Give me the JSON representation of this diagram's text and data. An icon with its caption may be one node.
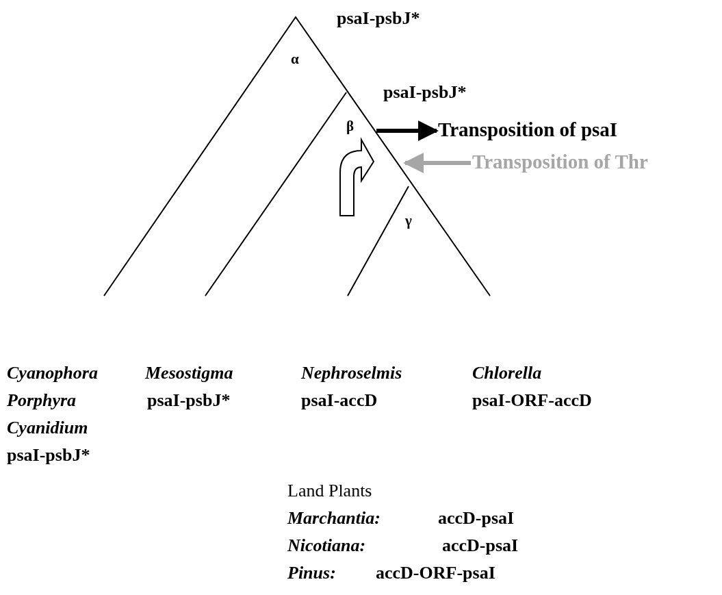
{
  "diagram": {
    "nodes": [
      {
        "text": [
          "Transposition of psaI"
        ]
      },
      {
        "text": [
          "Transposition of Thr"
        ]
      }
    ],
    "edges": [
      {
        "from": null,
        "to": 0,
        "arrow": "to"
      },
      {
        "from": 1,
        "to": null,
        "arrow": "to",
        "color": "#a6a6a6"
      }
    ],
    "labels": [
      "psaI-psbJ*",
      "α",
      "psaI-psbJ*",
      "β",
      "γ",
      "Cyanophora",
      "Mesostigma",
      "Nephroselmis",
      "Chlorella",
      "Porphyra",
      "psaI-psbJ*",
      "psaI-accD",
      "psaI-ORF-accD",
      "Cyanidium",
      "psaI-psbJ*",
      "Land Plants",
      "Marchantia:",
      "accD-psaI",
      "Nicotiana:",
      "accD-psaI",
      "Pinus:",
      "accD-ORF-psaI"
    ]
  }
}
